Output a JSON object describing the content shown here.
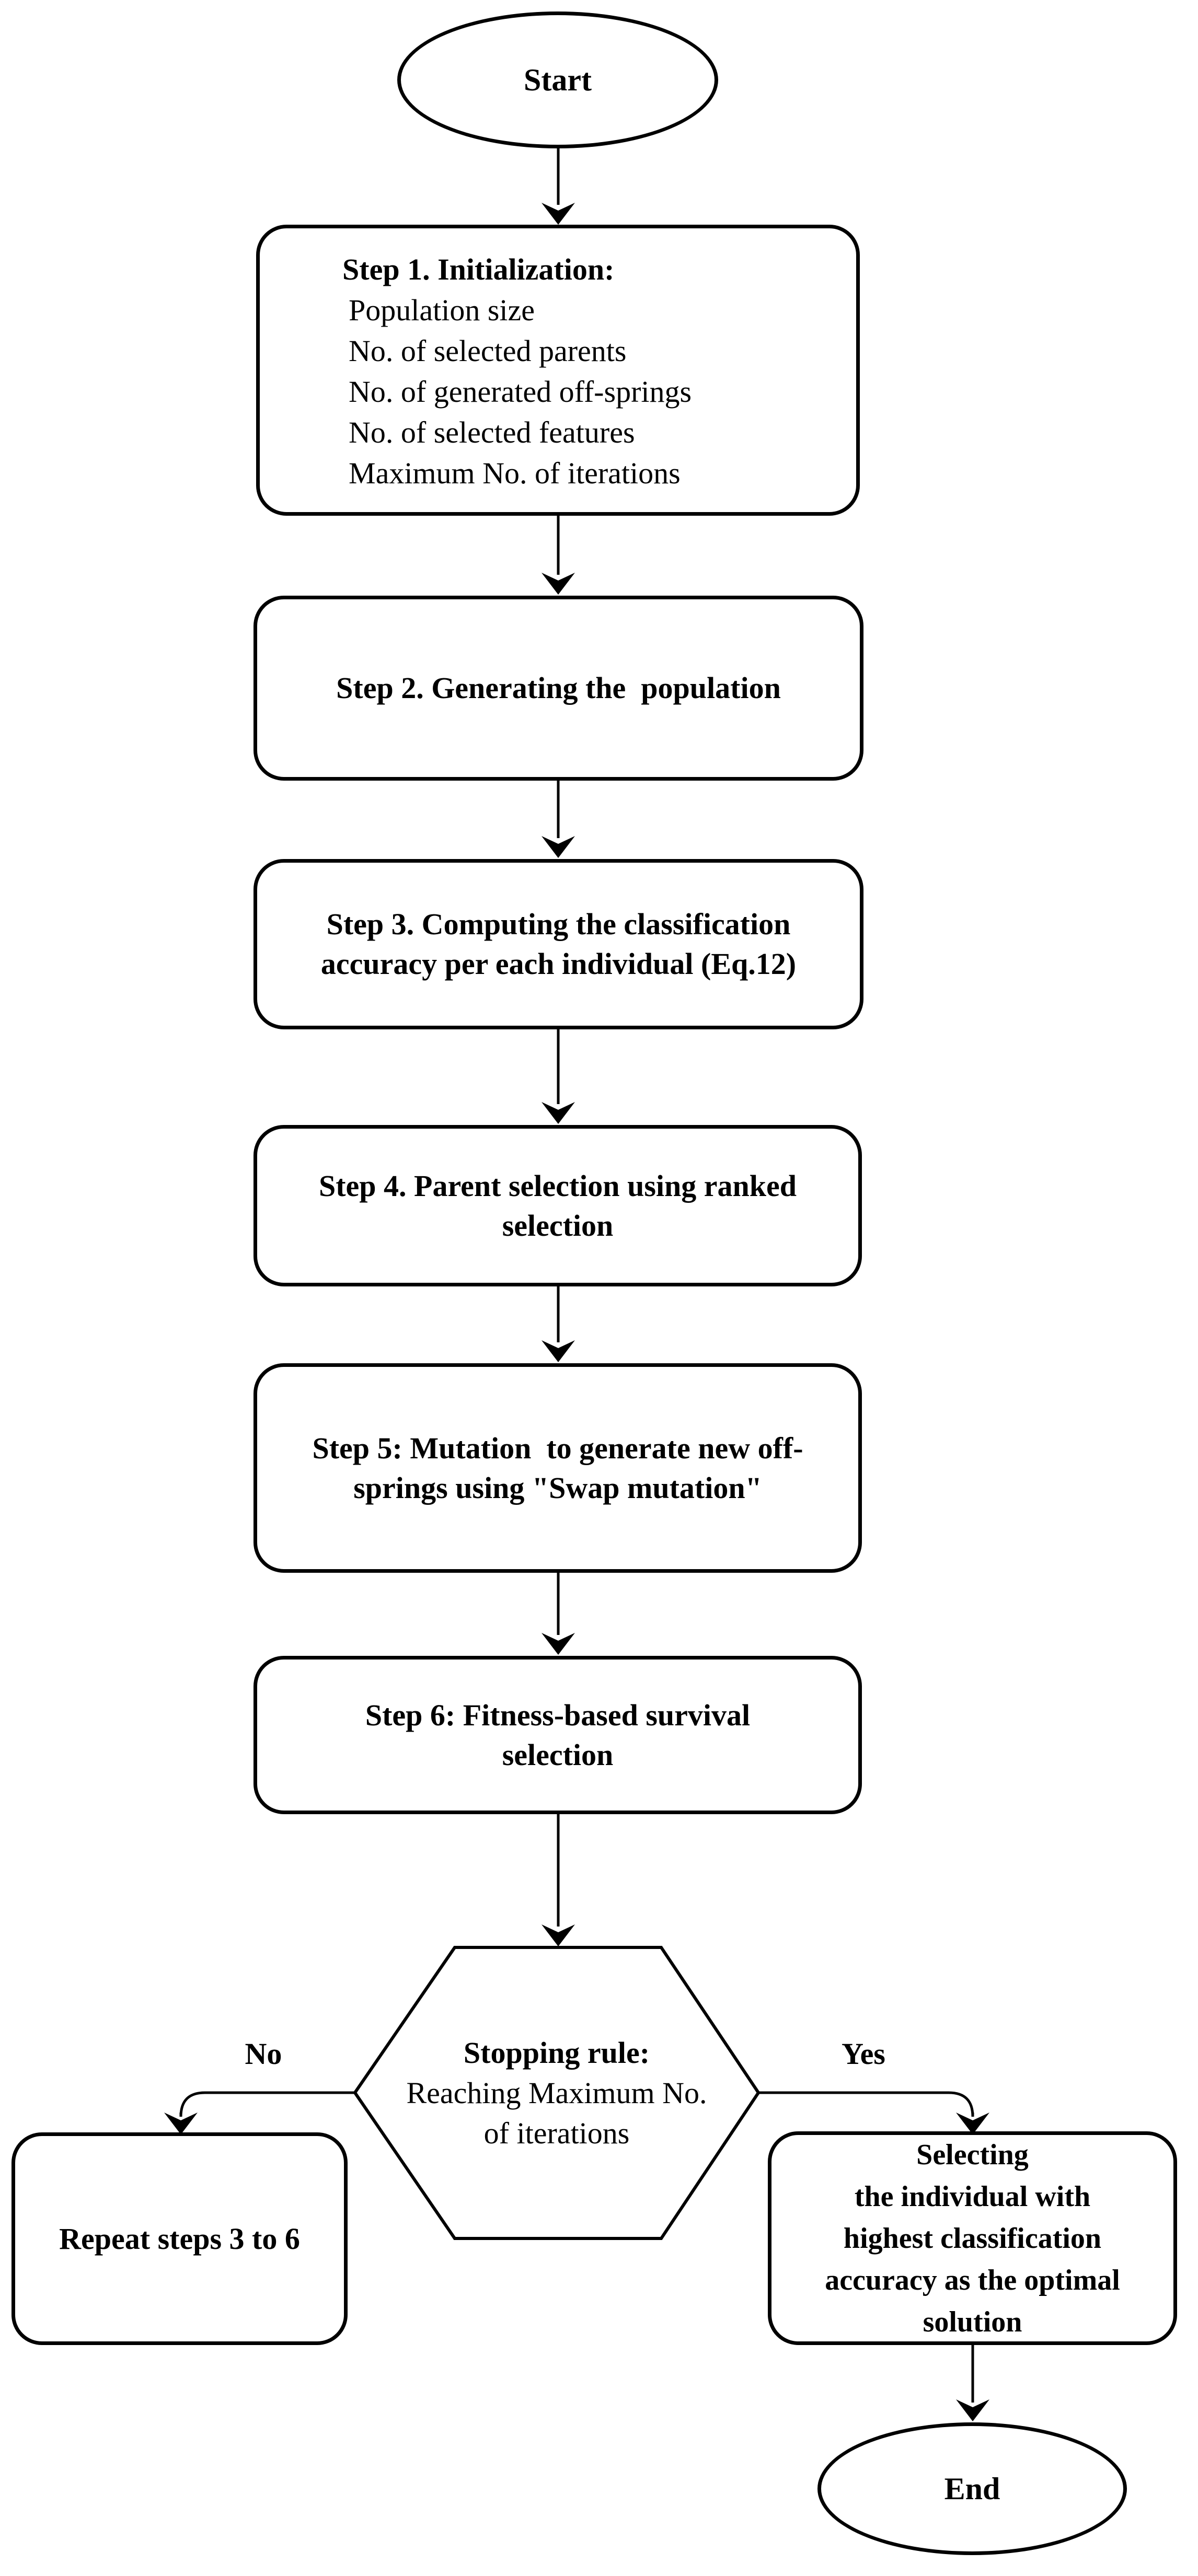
{
  "flow": {
    "nodes": {
      "start": {
        "label": "Start"
      },
      "step1": {
        "title": "Step 1. Initialization:",
        "items": [
          "Population size",
          "No. of selected parents",
          "No. of generated off-springs",
          "No. of selected features",
          "Maximum No. of iterations"
        ]
      },
      "step2": {
        "label": "Step 2. Generating the  population"
      },
      "step3": {
        "label": "Step 3. Computing the classification\naccuracy per each individual (Eq.12)"
      },
      "step4": {
        "label": "Step 4. Parent selection using ranked\nselection"
      },
      "step5": {
        "label": "Step 5: Mutation  to generate new off-\nsprings using \"Swap mutation\""
      },
      "step6": {
        "label": "Step 6: Fitness-based survival\nselection"
      },
      "decision": {
        "title": "Stopping rule:",
        "condition": "Reaching Maximum No.\nof iterations"
      },
      "repeat": {
        "label": "Repeat steps 3 to 6"
      },
      "select": {
        "label": "Selecting\nthe individual with\nhighest classification\naccuracy as the optimal\nsolution"
      },
      "end": {
        "label": "End"
      }
    },
    "edges": {
      "no": "No",
      "yes": "Yes"
    },
    "colors": {
      "ink": "#000000",
      "paper": "#ffffff"
    }
  }
}
